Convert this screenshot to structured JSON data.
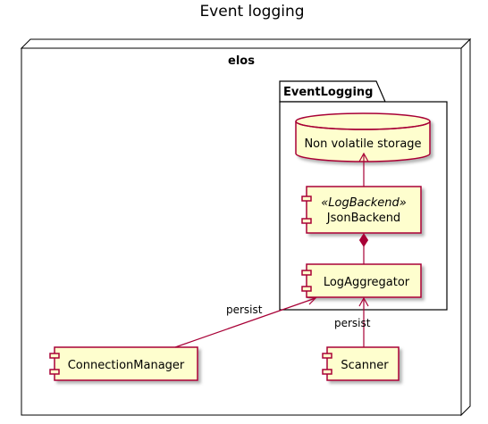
{
  "diagram": {
    "title": "Event logging",
    "node": {
      "label": "elos"
    },
    "package": {
      "label": "EventLogging"
    },
    "database": {
      "label": "Non volatile storage"
    },
    "components": {
      "json_backend": {
        "stereotype": "«LogBackend»",
        "label": "JsonBackend"
      },
      "log_aggregator": {
        "label": "LogAggregator"
      },
      "connection_manager": {
        "label": "ConnectionManager"
      },
      "scanner": {
        "label": "Scanner"
      }
    },
    "edges": {
      "connection_manager_persist": "persist",
      "scanner_persist": "persist"
    },
    "colors": {
      "component_fill": "#FEFECE",
      "border": "#A80036",
      "node_border": "#000000",
      "node_fill": "#FFFFFF"
    }
  }
}
